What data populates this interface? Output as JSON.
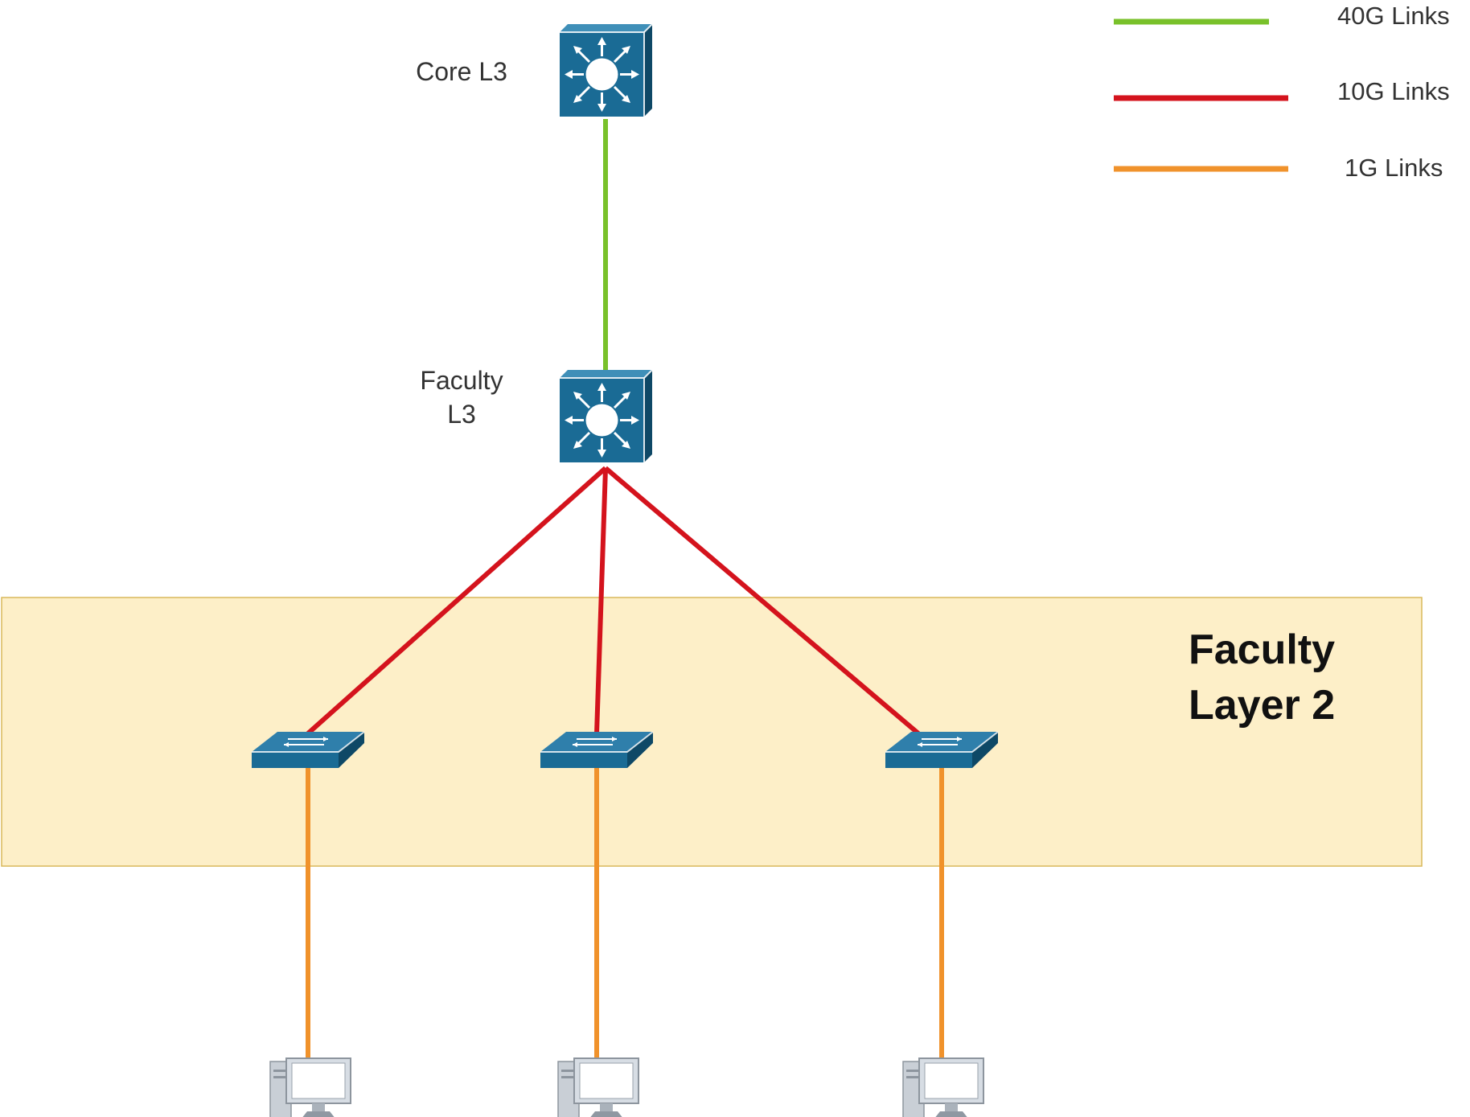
{
  "colors": {
    "link_40g": "#79c12a",
    "link_10g": "#d4131d",
    "link_1g": "#f0922b",
    "switch_blue": "#1a6b95",
    "switch_dark": "#0e4866",
    "zone_fill": "#fdefc8",
    "zone_border": "#d9b85a"
  },
  "legend": {
    "items": [
      {
        "id": "40g",
        "label": "40G Links",
        "color": "#79c12a"
      },
      {
        "id": "10g",
        "label": "10G Links",
        "color": "#d4131d"
      },
      {
        "id": "1g",
        "label": "1G Links",
        "color": "#f0922b"
      }
    ]
  },
  "nodes": {
    "core": {
      "label": "Core L3",
      "icon": "layer3-switch-icon"
    },
    "faculty": {
      "label_line1": "Faculty",
      "label_line2": "L3",
      "icon": "layer3-switch-icon"
    },
    "access_switches": [
      {
        "id": "sw-1",
        "icon": "layer2-switch-icon"
      },
      {
        "id": "sw-2",
        "icon": "layer2-switch-icon"
      },
      {
        "id": "sw-3",
        "icon": "layer2-switch-icon"
      }
    ],
    "workstations": [
      {
        "id": "pc-1",
        "icon": "workstation-icon"
      },
      {
        "id": "pc-2",
        "icon": "workstation-icon"
      },
      {
        "id": "pc-3",
        "icon": "workstation-icon"
      }
    ]
  },
  "zone": {
    "title_line1": "Faculty",
    "title_line2": "Layer 2"
  },
  "links": [
    {
      "from": "core",
      "to": "faculty",
      "speed": "40g"
    },
    {
      "from": "faculty",
      "to": "sw-1",
      "speed": "10g"
    },
    {
      "from": "faculty",
      "to": "sw-2",
      "speed": "10g"
    },
    {
      "from": "faculty",
      "to": "sw-3",
      "speed": "10g"
    },
    {
      "from": "sw-1",
      "to": "pc-1",
      "speed": "1g"
    },
    {
      "from": "sw-2",
      "to": "pc-2",
      "speed": "1g"
    },
    {
      "from": "sw-3",
      "to": "pc-3",
      "speed": "1g"
    }
  ]
}
